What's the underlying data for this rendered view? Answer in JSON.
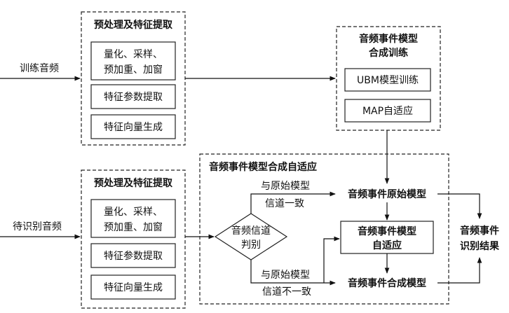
{
  "inputs": {
    "train_audio": "训练音频",
    "test_audio": "待识别音频"
  },
  "preprocess_top": {
    "title": "预处理及特征提取",
    "step1_line1": "量化、采样、",
    "step1_line2": "预加重、加窗",
    "step2": "特征参数提取",
    "step3": "特征向量生成"
  },
  "preprocess_bottom": {
    "title": "预处理及特征提取",
    "step1_line1": "量化、采样、",
    "step1_line2": "预加重、加窗",
    "step2": "特征参数提取",
    "step3": "特征向量生成"
  },
  "training": {
    "title_line1": "音频事件模型",
    "title_line2": "合成训练",
    "ubm": "UBM模型训练",
    "map": "MAP自适应"
  },
  "adaptation": {
    "title": "音频事件模型合成自适应",
    "decision_line1": "音频信道",
    "decision_line2": "判别",
    "consistent_line1": "与原始模型",
    "consistent_line2": "信道一致",
    "inconsistent_line1": "与原始模型",
    "inconsistent_line2": "信道不一致",
    "original_model": "音频事件原始模型",
    "adapt_line1": "音频事件模型",
    "adapt_line2": "自适应",
    "synth_model": "音频事件合成模型"
  },
  "result": {
    "line1": "音频事件",
    "line2": "识别结果"
  }
}
